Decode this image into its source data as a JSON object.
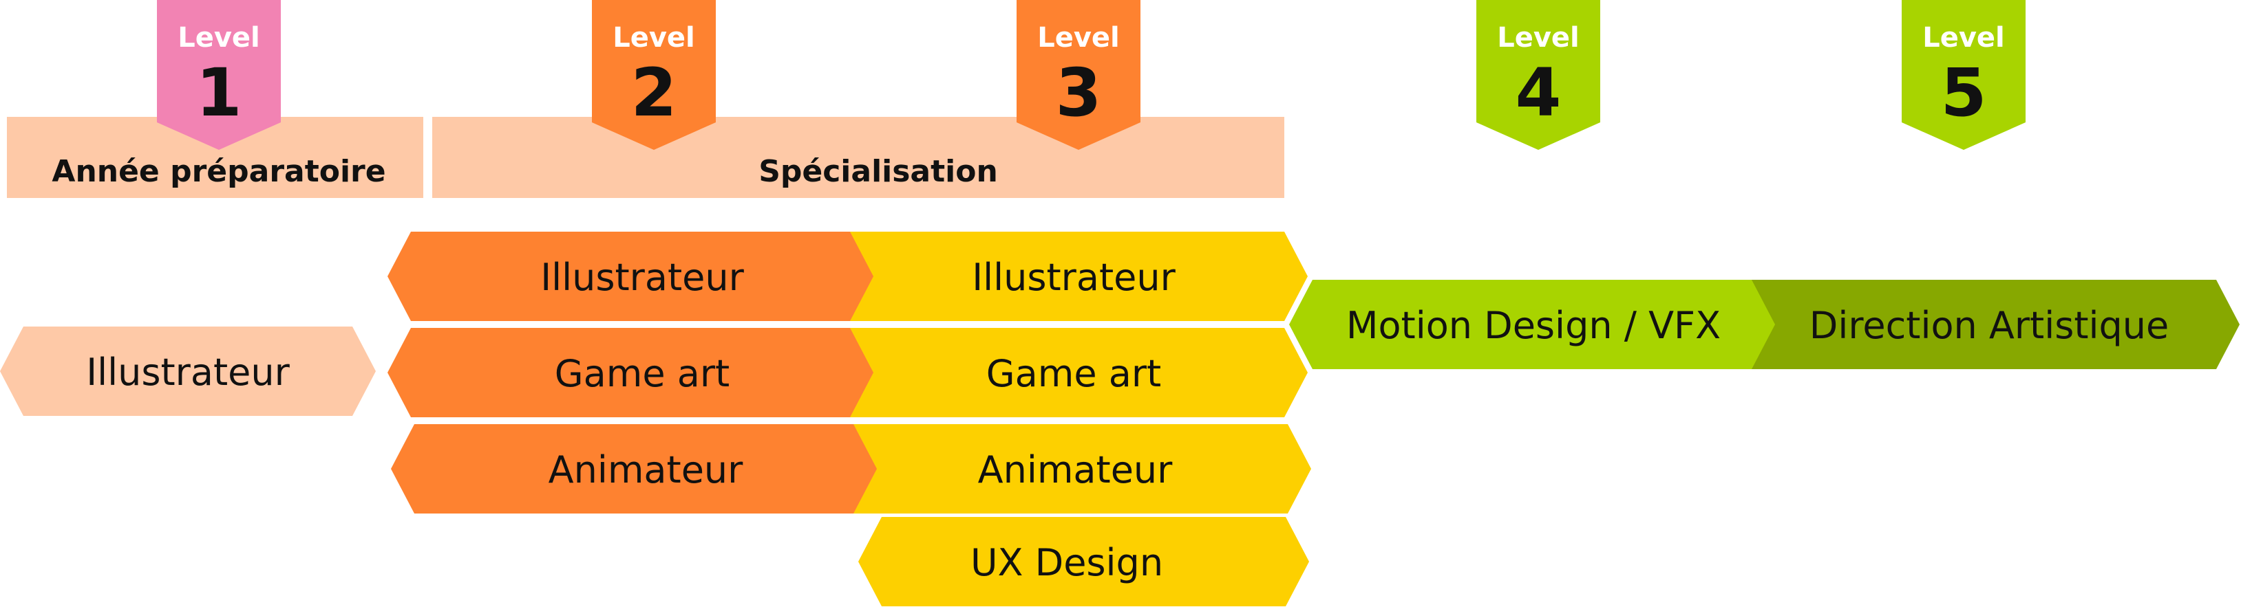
{
  "colors": {
    "pink": "#f283b3",
    "orange": "#fe8230",
    "peach": "#fec9a7",
    "yellow": "#fdd000",
    "lime": "#a8d400",
    "olive": "#87a800"
  },
  "levels": [
    {
      "word": "Level",
      "number": "1"
    },
    {
      "word": "Level",
      "number": "2"
    },
    {
      "word": "Level",
      "number": "3"
    },
    {
      "word": "Level",
      "number": "4"
    },
    {
      "word": "Level",
      "number": "5"
    }
  ],
  "bands": [
    {
      "label": "Année préparatoire"
    },
    {
      "label": "Spécialisation"
    }
  ],
  "cells": {
    "prep": {
      "label": "Illustrateur"
    },
    "level2": [
      {
        "label": "Illustrateur"
      },
      {
        "label": "Game art"
      },
      {
        "label": "Animateur"
      }
    ],
    "level3": [
      {
        "label": "Illustrateur"
      },
      {
        "label": "Game art"
      },
      {
        "label": "Animateur"
      },
      {
        "label": "UX Design"
      }
    ],
    "level4": {
      "label": "Motion Design / VFX"
    },
    "level5": {
      "label": "Direction Artistique"
    }
  }
}
